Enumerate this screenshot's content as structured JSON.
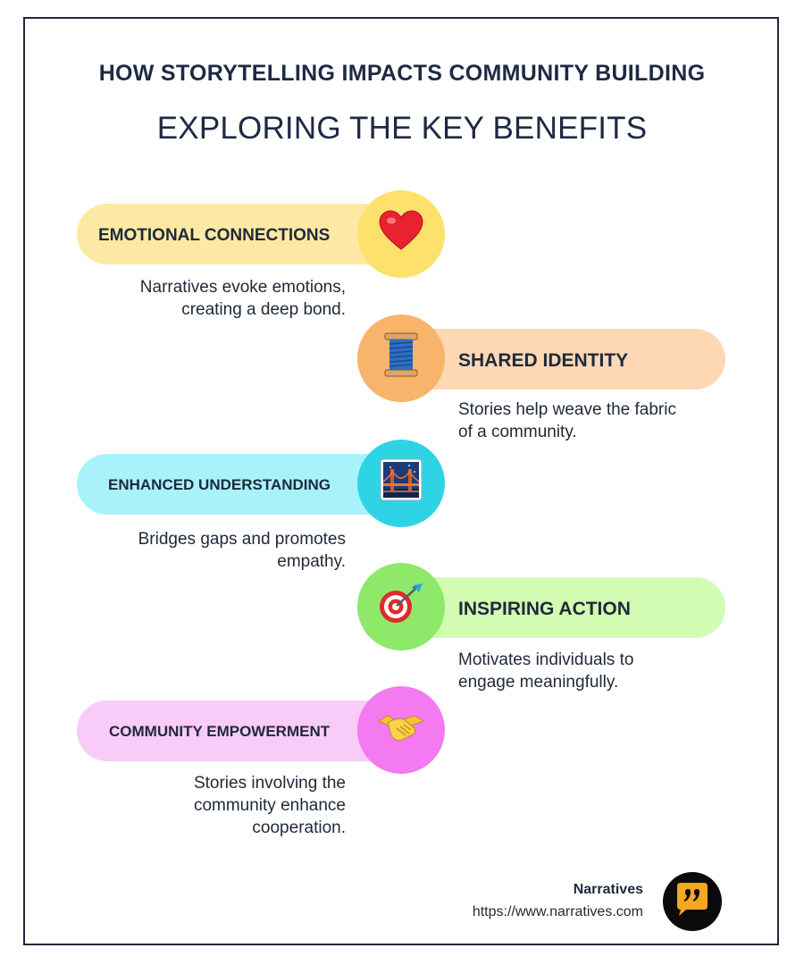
{
  "header": {
    "title": "HOW STORYTELLING IMPACTS COMMUNITY BUILDING",
    "subtitle": "EXPLORING THE KEY BENEFITS"
  },
  "benefits": [
    {
      "label": "EMOTIONAL CONNECTIONS",
      "icon": "heart-icon",
      "description_lines": [
        "Narratives evoke emotions,",
        "creating a deep bond."
      ],
      "pill_color": "#fde9a3",
      "circle_color": "#fde16c"
    },
    {
      "label": "SHARED IDENTITY",
      "icon": "thread-spool-icon",
      "description_lines": [
        "Stories help weave the fabric",
        "of a community."
      ],
      "pill_color": "#fed8b4",
      "circle_color": "#f8b46a"
    },
    {
      "label": "ENHANCED UNDERSTANDING",
      "icon": "bridge-at-night-icon",
      "description_lines": [
        "Bridges gaps and promotes",
        "empathy."
      ],
      "pill_color": "#a8f3fb",
      "circle_color": "#2fd3e6"
    },
    {
      "label": "INSPIRING ACTION",
      "icon": "target-dart-icon",
      "description_lines": [
        "Motivates individuals to",
        "engage meaningfully."
      ],
      "pill_color": "#d3fcb3",
      "circle_color": "#8ee86a"
    },
    {
      "label": "COMMUNITY EMPOWERMENT",
      "icon": "handshake-icon",
      "description_lines": [
        "Stories involving the",
        "community enhance",
        "cooperation."
      ],
      "pill_color": "#f9cbf8",
      "circle_color": "#f37af0"
    }
  ],
  "footer": {
    "brand": "Narratives",
    "url": "https://www.narratives.com",
    "logo_icon": "speech-quote-icon"
  }
}
